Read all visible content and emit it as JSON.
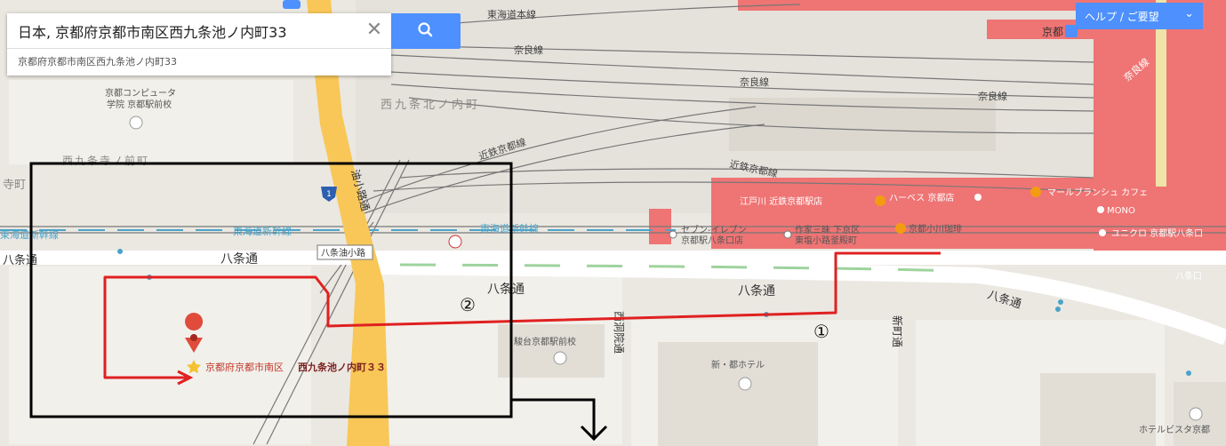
{
  "search": {
    "value": "日本, 京都府京都市南区西九条池ノ内町33",
    "suggestion": "京都府京都市南区西九条池ノ内町33",
    "clear_glyph": "✕"
  },
  "help": {
    "label": "ヘルプ / ご要望",
    "chevron": "⌄"
  },
  "map_labels": {
    "tokaido_main": "東海道本線",
    "nara_line_1": "奈良線",
    "nara_line_2": "奈良線",
    "nara_line_3": "奈良線",
    "kyoto_station": "京都",
    "nara_line_station": "奈良線",
    "school_1_line1": "京都コンピュータ",
    "school_1_line2": "学院 京都駅前校",
    "district_nishikujo": "西九条北ノ内町",
    "district_left": "西九条寺ノ前町",
    "tera": "寺町",
    "kintetsu_1": "近鉄京都線",
    "kintetsu_2": "近鉄京都線",
    "aburanokoji": "油小路通",
    "edogawa": "江戸川 近鉄京都駅店",
    "harvest": "ハーベス 京都店",
    "marche": "マールブランシュ カフェ",
    "mono": "MONO",
    "shinkansen_1": "東海道新幹線",
    "shinkansen_2": "東海道新幹線",
    "shinkansen_3": "東海道新幹線",
    "seven_line1": "セブン-イレブン",
    "seven_line2": "京都駅八条口店",
    "sakugen_line1": "作家三昧 下京区",
    "sakugen_line2": "東塩小路釜殿町",
    "coffee": "京都小川珈琲",
    "uniqlo": "ユニクロ 京都駅八条口",
    "hachijo_1": "八条通",
    "hachijo_2": "八条通",
    "hachijo_3": "八条通",
    "hachijo_4": "八条通",
    "hachijo_5": "八条通",
    "hachijo_aburanokoji": "八条油小路",
    "num_2": "②",
    "num_1": "①",
    "school_2": "駿台京都駅前校",
    "nishinotoin": "西洞院通",
    "shinmachi": "新町通",
    "miyako_hotel": "新・都ホテル",
    "hachijo_guchi": "八条口",
    "hotel_vista": "ホテルビスタ京都",
    "pin_addr_prefix": "京都府京都市南区",
    "pin_addr_name": "西九条池ノ内町３３",
    "route_shield": "1"
  },
  "colors": {
    "map_bg": "#ebe8e2",
    "block": "#f3f1ec",
    "highway": "#f8c757",
    "station": "#ef7474",
    "platform": "#efe3a8",
    "route_red": "#e02020",
    "annotation": "#000000",
    "shinkansen": "#4aa3c8",
    "search_blue": "#4d90fe",
    "green_dash": "#9ed39e"
  }
}
